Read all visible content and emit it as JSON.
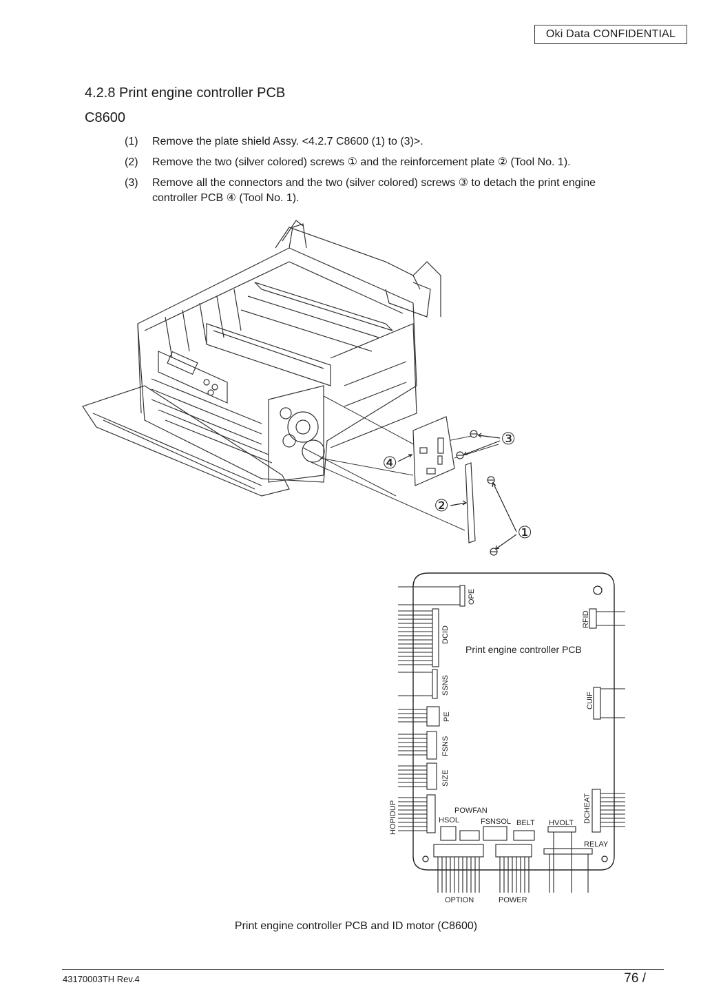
{
  "header": {
    "confidential": "Oki Data CONFIDENTIAL"
  },
  "section": {
    "number_title": "4.2.8  Print engine controller PCB",
    "model": "C8600"
  },
  "steps": [
    {
      "num": "(1)",
      "text": "Remove the plate shield Assy. <4.2.7 C8600 (1) to (3)>."
    },
    {
      "num": "(2)",
      "text": "Remove the two (silver colored) screws ① and the reinforcement plate ② (Tool No. 1)."
    },
    {
      "num": "(3)",
      "text": "Remove all the connectors and the two (silver colored) screws ③ to detach the print engine controller PCB ④ (Tool No. 1)."
    }
  ],
  "callouts": {
    "c1": "①",
    "c2": "②",
    "c3": "③",
    "c4": "④"
  },
  "pcb": {
    "title": "Print engine controller PCB",
    "connectors": {
      "ope": "OPE",
      "dcid": "DCID",
      "ssns": "SSNS",
      "pe": "PE",
      "fsns": "FSNS",
      "size": "SIZE",
      "hopidup": "HOPIDUP",
      "rfid": "RFID",
      "cuif": "CUIF",
      "dcheat": "DCHEAT",
      "powfan": "POWFAN",
      "hsol": "HSOL",
      "fsnsol": "FSNSOL",
      "belt": "BELT",
      "hvolt": "HVOLT",
      "relay": "RELAY",
      "option": "OPTION",
      "power": "POWER"
    }
  },
  "figure_caption": "Print engine controller PCB and ID motor (C8600)",
  "footer": {
    "doc_id": "43170003TH  Rev.4",
    "page": "76 /"
  }
}
